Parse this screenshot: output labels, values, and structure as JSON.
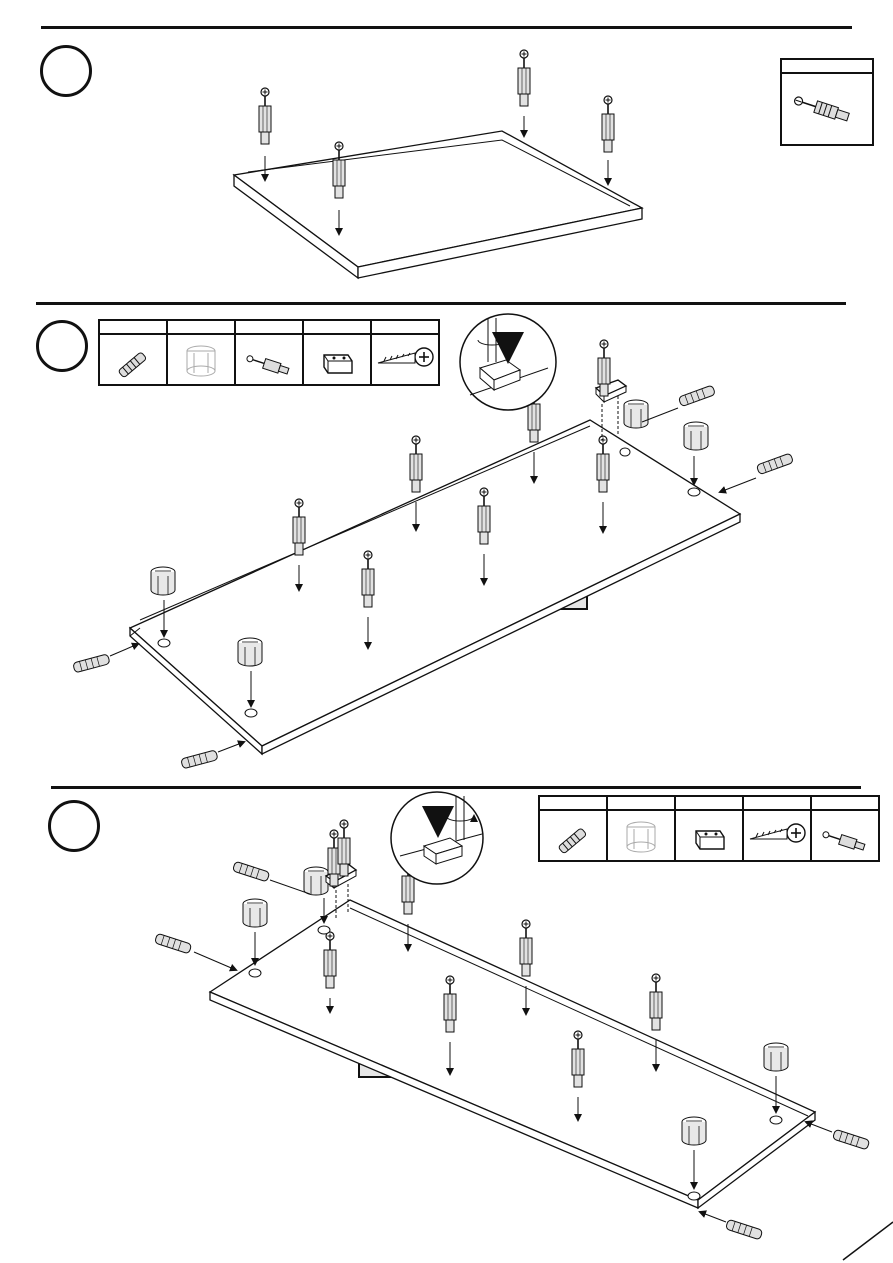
{
  "steps": [
    {
      "number": "",
      "board_label": "",
      "parts": [
        {
          "name": "screw-with-dowel",
          "qty": "",
          "icon": "dowel-screw-icon"
        }
      ]
    },
    {
      "number": "",
      "board_label": "",
      "parts": [
        {
          "name": "wood-dowel",
          "qty": "",
          "icon": "wood-dowel-icon"
        },
        {
          "name": "cam-lock",
          "qty": "",
          "icon": "cam-lock-icon"
        },
        {
          "name": "screw-with-dowel",
          "qty": "",
          "icon": "dowel-screw-icon"
        },
        {
          "name": "shelf-bracket",
          "qty": "",
          "icon": "bracket-icon"
        },
        {
          "name": "wood-screw",
          "qty": "",
          "icon": "wood-screw-icon"
        }
      ]
    },
    {
      "number": "",
      "board_label": "",
      "parts": [
        {
          "name": "wood-dowel",
          "qty": "",
          "icon": "wood-dowel-icon"
        },
        {
          "name": "cam-lock",
          "qty": "",
          "icon": "cam-lock-icon"
        },
        {
          "name": "shelf-bracket",
          "qty": "",
          "icon": "bracket-icon"
        },
        {
          "name": "wood-screw",
          "qty": "",
          "icon": "wood-screw-icon"
        },
        {
          "name": "screw-with-dowel",
          "qty": "",
          "icon": "dowel-screw-icon"
        }
      ]
    }
  ],
  "page_number": ""
}
